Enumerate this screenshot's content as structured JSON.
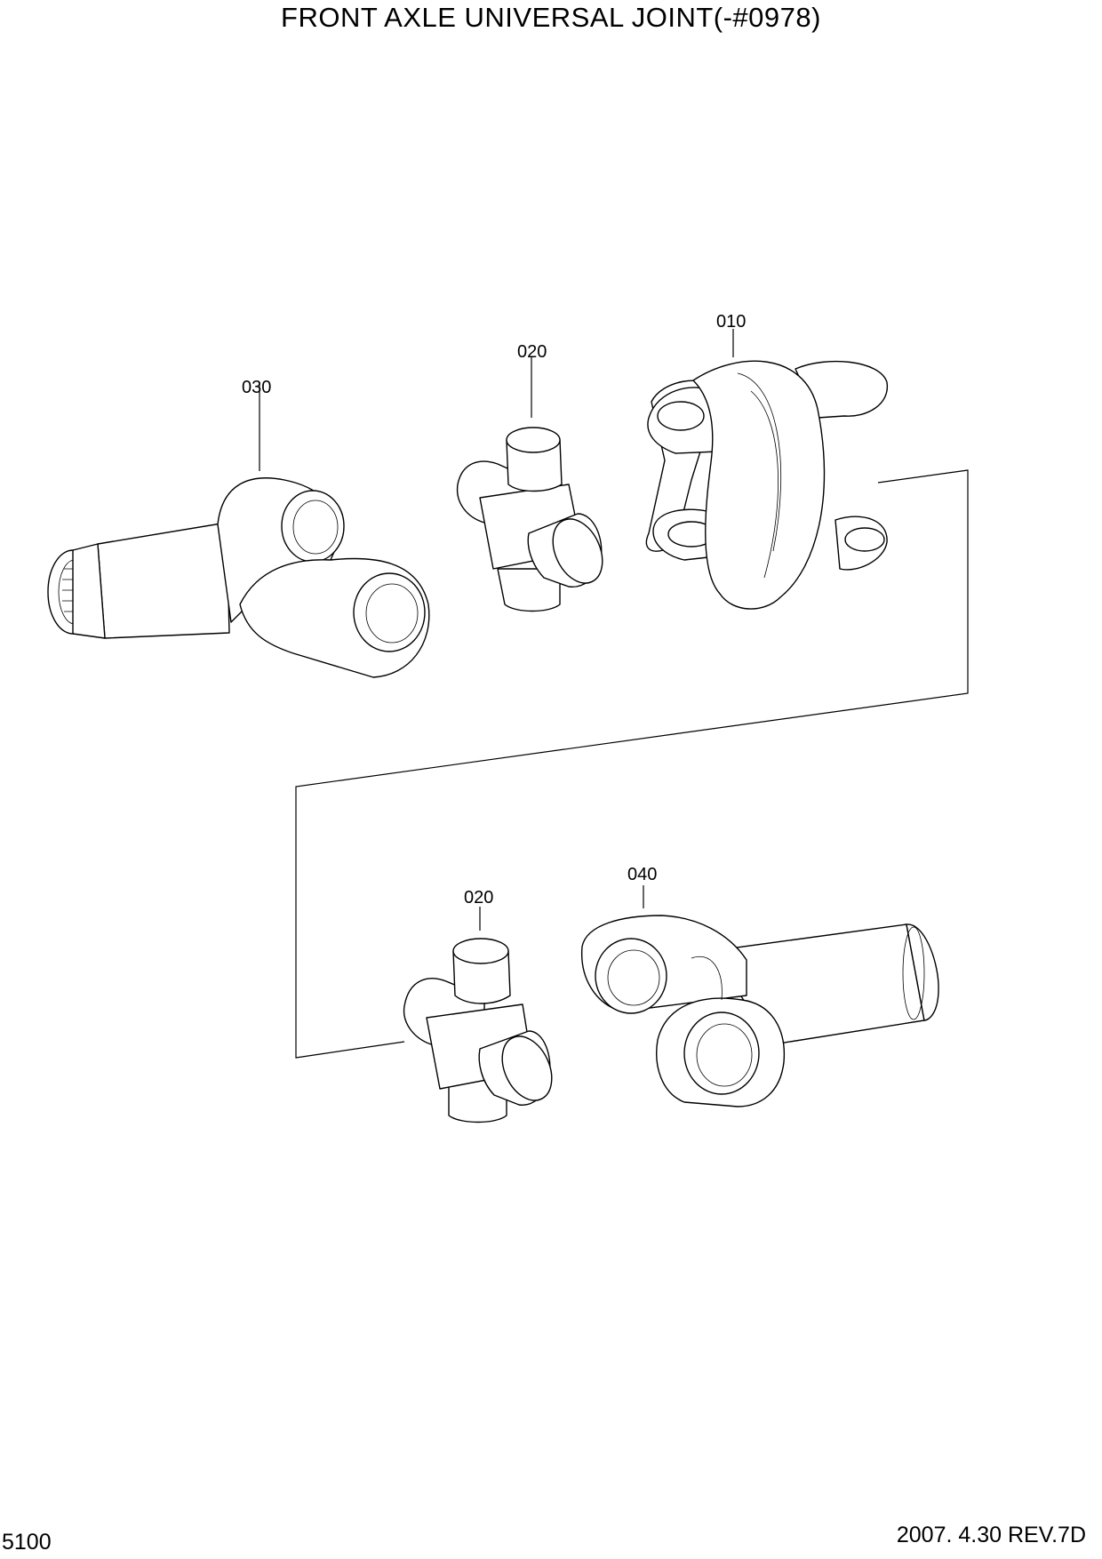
{
  "title": "FRONT AXLE UNIVERSAL JOINT(-#0978)",
  "page_number": "5100",
  "revision": "2007. 4.30  REV.7D",
  "callouts": {
    "c010": "010",
    "c020_top": "020",
    "c030": "030",
    "c020_bottom": "020",
    "c040": "040"
  }
}
